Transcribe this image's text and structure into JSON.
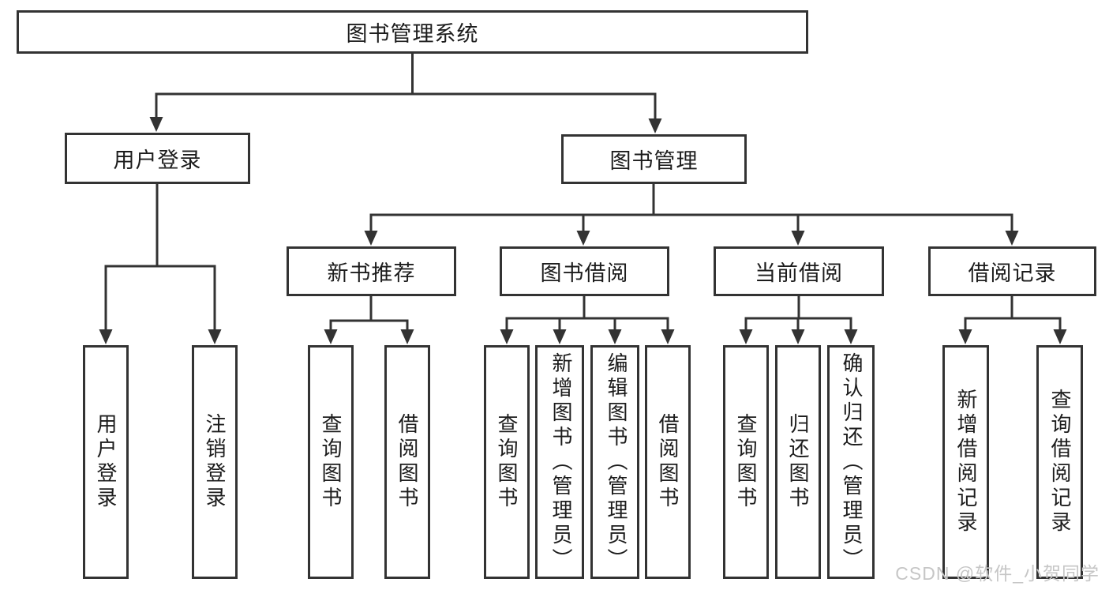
{
  "diagram": {
    "watermark": "CSDN @软件_小贺同学",
    "colors": {
      "line": "#333333",
      "text": "#1c1c1c",
      "background": "#ffffff",
      "watermark": "#c6c6c6"
    },
    "root": {
      "label": "图书管理系统"
    },
    "level2": {
      "user_login": {
        "label": "用户登录"
      },
      "book_mgmt": {
        "label": "图书管理"
      }
    },
    "level3": {
      "new_book": {
        "label": "新书推荐"
      },
      "book_borrow": {
        "label": "图书借阅"
      },
      "current_borrow": {
        "label": "当前借阅"
      },
      "borrow_record": {
        "label": "借阅记录"
      }
    },
    "leaves": {
      "user_login_leaf": {
        "label": "用户登录"
      },
      "logout": {
        "label": "注销登录"
      },
      "nb_search": {
        "label": "查询图书"
      },
      "nb_borrow": {
        "label": "借阅图书"
      },
      "bb_search": {
        "label": "查询图书"
      },
      "bb_add": {
        "label": "新增图书（管理员）"
      },
      "bb_edit": {
        "label": "编辑图书（管理员）"
      },
      "bb_borrow": {
        "label": "借阅图书"
      },
      "cb_search": {
        "label": "查询图书"
      },
      "cb_return": {
        "label": "归还图书"
      },
      "cb_confirm": {
        "label": "确认归还（管理员）"
      },
      "br_add": {
        "label": "新增借阅记录"
      },
      "br_search": {
        "label": "查询借阅记录"
      }
    }
  }
}
